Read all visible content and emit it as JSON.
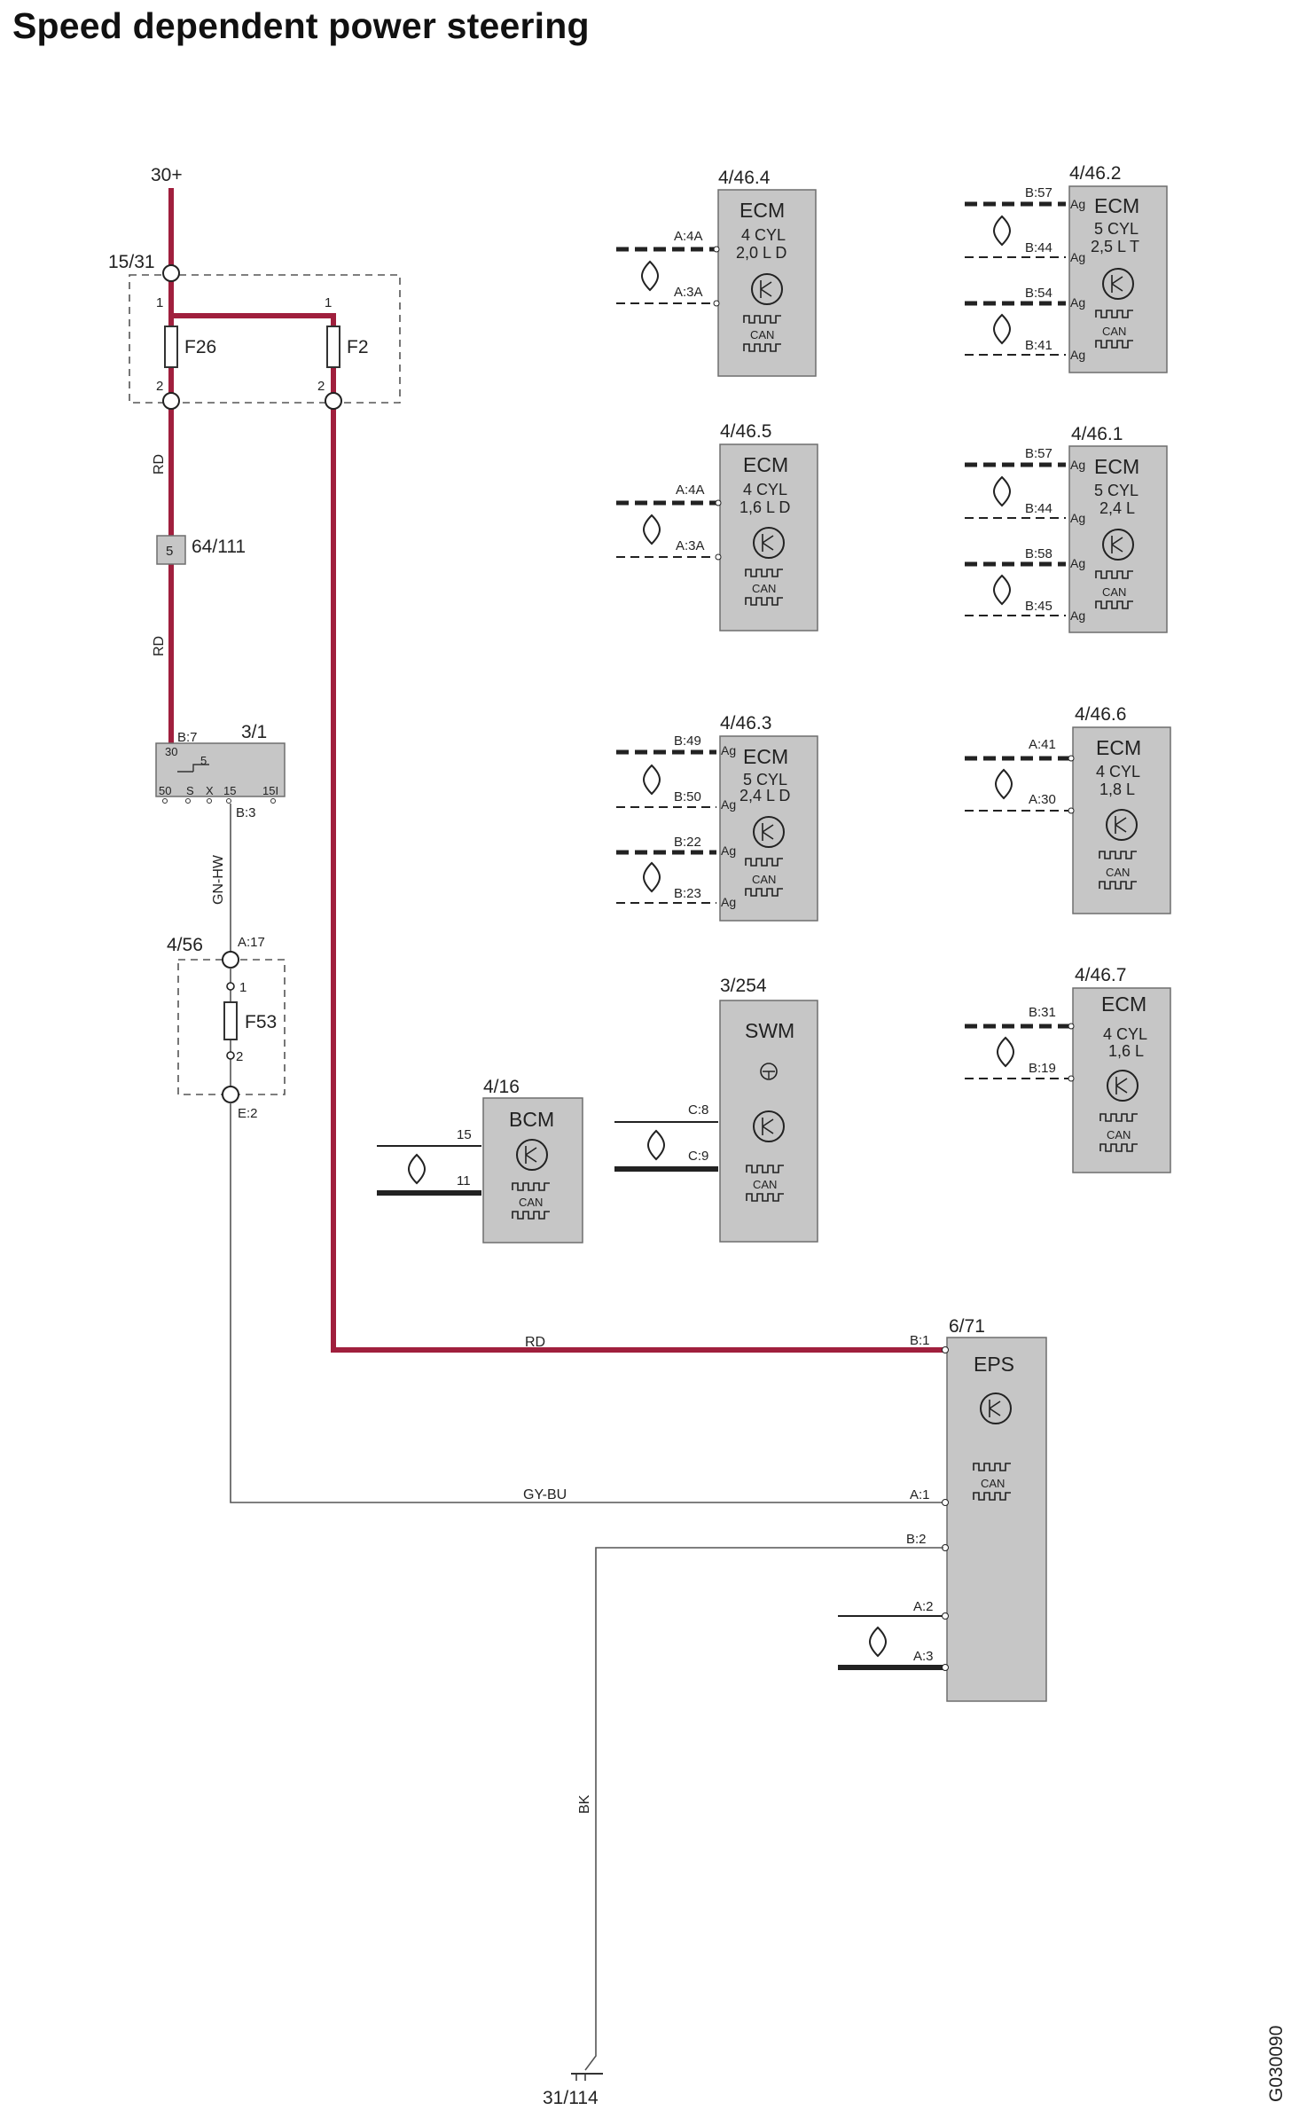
{
  "title": "Speed dependent power steering",
  "drawing_id": "G030090",
  "supply": {
    "battery": "30+",
    "junction": "15/31",
    "fuse_a": "F26",
    "fuse_b": "F2",
    "fuse_a_pin_in": "1",
    "fuse_a_pin_out": "2",
    "fuse_b_pin_in": "1",
    "fuse_b_pin_out": "2",
    "wire_rd_1": "RD",
    "wire_rd_2": "RD",
    "wire_rd_3": "RD",
    "connector_ref": "64/111",
    "connector_pin": "5"
  },
  "ignition_switch": {
    "ref": "3/1",
    "pin_in": "B:7",
    "pin_out": "B:3",
    "t30": "30",
    "t5": "5",
    "t50": "50",
    "tS": "S",
    "tX": "X",
    "t15": "15",
    "t15i": "15I",
    "wire_out": "GN-HW"
  },
  "fuse_box_2": {
    "ref": "4/56",
    "pin_in": "A:17",
    "pin_out": "E:2",
    "fuse": "F53",
    "fuse_pin_in": "1",
    "fuse_pin_out": "2"
  },
  "ecm_4_46_4": {
    "ref": "4/46.4",
    "title": "ECM",
    "line1": "4 CYL",
    "line2": "2,0 L D",
    "can": "CAN",
    "pin_a": "A:4A",
    "pin_b": "A:3A"
  },
  "ecm_4_46_5": {
    "ref": "4/46.5",
    "title": "ECM",
    "line1": "4 CYL",
    "line2": "1,6 L D",
    "can": "CAN",
    "pin_a": "A:4A",
    "pin_b": "A:3A"
  },
  "ecm_4_46_3": {
    "ref": "4/46.3",
    "title": "ECM",
    "line1": "5 CYL",
    "line2": "2,4 L D",
    "can": "CAN",
    "pin_a": "B:49",
    "pin_b": "B:50",
    "pin_c": "B:22",
    "pin_d": "B:23",
    "ag": "Ag"
  },
  "ecm_4_46_2": {
    "ref": "4/46.2",
    "title": "ECM",
    "line1": "5 CYL",
    "line2": "2,5 L T",
    "can": "CAN",
    "pin_a": "B:57",
    "pin_b": "B:44",
    "pin_c": "B:54",
    "pin_d": "B:41",
    "ag": "Ag"
  },
  "ecm_4_46_1": {
    "ref": "4/46.1",
    "title": "ECM",
    "line1": "5 CYL",
    "line2": "2,4 L",
    "can": "CAN",
    "pin_a": "B:57",
    "pin_b": "B:44",
    "pin_c": "B:58",
    "pin_d": "B:45",
    "ag": "Ag"
  },
  "ecm_4_46_6": {
    "ref": "4/46.6",
    "title": "ECM",
    "line1": "4 CYL",
    "line2": "1,8 L",
    "can": "CAN",
    "pin_a": "A:41",
    "pin_b": "A:30"
  },
  "ecm_4_46_7": {
    "ref": "4/46.7",
    "title": "ECM",
    "line1": "4 CYL",
    "line2": "1,6 L",
    "can": "CAN",
    "pin_a": "B:31",
    "pin_b": "B:19"
  },
  "swm": {
    "ref": "3/254",
    "title": "SWM",
    "can": "CAN",
    "pin_a": "C:8",
    "pin_b": "C:9"
  },
  "bcm": {
    "ref": "4/16",
    "title": "BCM",
    "can": "CAN",
    "pin_a": "15",
    "pin_b": "11"
  },
  "eps": {
    "ref": "6/71",
    "title": "EPS",
    "can": "CAN",
    "pin_b1": "B:1",
    "pin_a1": "A:1",
    "pin_b2": "B:2",
    "pin_a2": "A:2",
    "pin_a3": "A:3",
    "wire_b1": "RD",
    "wire_a1": "GY-BU",
    "wire_b2": "BK"
  },
  "ground": "31/114",
  "colors": {
    "power_wire": "#a01f3d",
    "module_fill": "#c6c6c6",
    "module_stroke": "#6e6e6e",
    "line": "#222222"
  }
}
